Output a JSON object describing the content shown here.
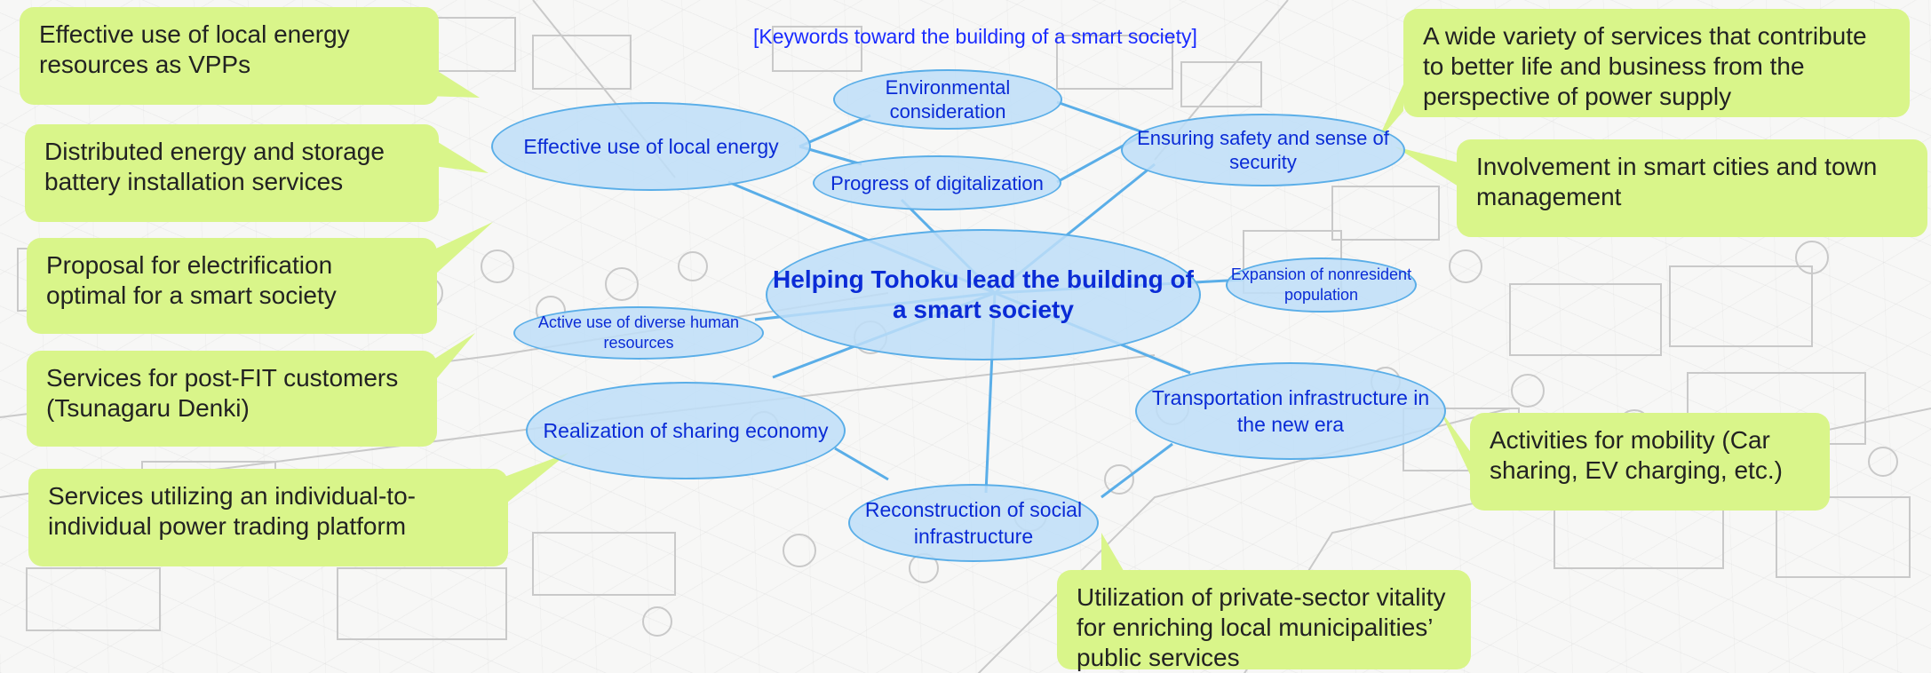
{
  "heading": "[Keywords toward the building of a smart society]",
  "callouts": [
    "Effective use of local energy resources as VPPs",
    "Distributed energy and storage battery installation services",
    "Proposal for electrification optimal for a smart society",
    "Services for post-FIT customers (Tsunagaru Denki)",
    "Services utilizing an individual-to-individual power trading platform",
    "A wide variety of services that contribute to better life and business from the perspective of power supply",
    "Involvement in smart cities and town management",
    "Activities for mobility (Car sharing, EV charging, etc.)",
    "Utilization of private-sector vitality for enriching local municipalities’ public services"
  ],
  "keywords": [
    "Effective use of local energy",
    "Environmental consideration",
    "Progress of digitalization",
    "Ensuring safety and sense of security",
    "Helping Tohoku lead the building of a smart society",
    "Expansion of nonresident population",
    "Active use of diverse human resources",
    "Realization of sharing economy",
    "Transportation infrastructure in the new era",
    "Reconstruction of social infrastructure"
  ],
  "colors": {
    "callout_fill": "#d9f58a",
    "keyword_fill": "#bedef8",
    "keyword_border": "#5aaee8",
    "keyword_text": "#0a2bd6"
  }
}
